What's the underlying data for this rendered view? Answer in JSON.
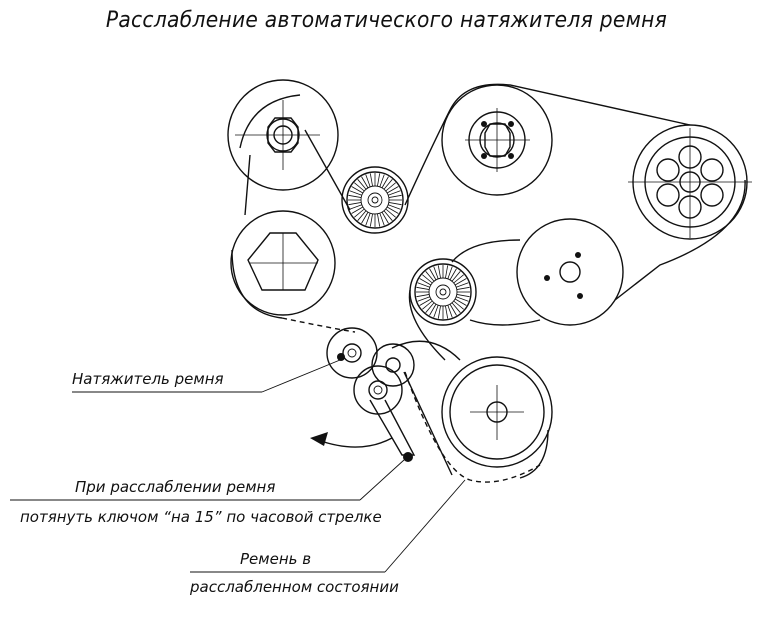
{
  "title": "Расслабление автоматического натяжителя ремня",
  "labels": {
    "tensioner": "Натяжитель ремня",
    "instruction_line1": "При расслаблении ремня",
    "instruction_line2": "потянуть ключом “на 15” по часовой стрелке",
    "belt_line1": "Ремень в",
    "belt_line2": "расслабленном состоянии"
  },
  "colors": {
    "ink": "#111111",
    "background": "#ffffff"
  },
  "components": [
    "crankshaft-pulley",
    "idler-pulley-upper",
    "power-steering-pulley",
    "fan-pulley",
    "idler-pulley-lower",
    "water-pump-pulley",
    "compressor-pulley",
    "tensioner",
    "alternator-pulley"
  ]
}
